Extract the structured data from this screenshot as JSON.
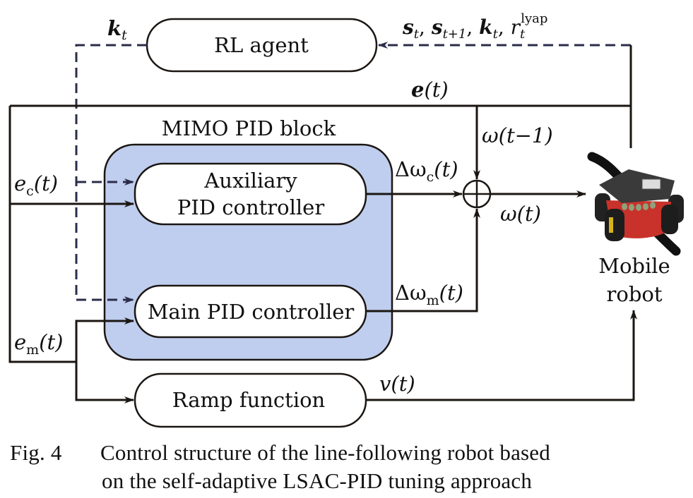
{
  "figure": {
    "blocks": {
      "rl_agent": "RL agent",
      "mimo_title": "MIMO PID block",
      "aux_line1": "Auxiliary",
      "aux_line2": "PID controller",
      "main": "Main PID controller",
      "ramp": "Ramp function",
      "robot_line1": "Mobile",
      "robot_line2": "robot"
    },
    "signals": {
      "k_t": "k",
      "k_t_sub": "t",
      "feedback_s": "s",
      "feedback_s_sub": "t",
      "feedback_s1": "s",
      "feedback_s1_sub": "t+1",
      "feedback_k": "k",
      "feedback_k_sub": "t",
      "feedback_r": "r",
      "feedback_r_sub": "t",
      "feedback_r_sup": "lyap",
      "e_t": "e",
      "e_t_arg": "(t)",
      "omega_prev": "ω(t−1)",
      "delta_omega_c": "Δω",
      "delta_omega_c_sub": "c",
      "delta_omega_c_arg": "(t)",
      "delta_omega_m": "Δω",
      "delta_omega_m_sub": "m",
      "delta_omega_m_arg": "(t)",
      "omega_t": "ω(t)",
      "e_c": "e",
      "e_c_sub": "c",
      "e_c_arg": "(t)",
      "e_m": "e",
      "e_m_sub": "m",
      "e_m_arg": "(t)",
      "v_t": "v(t)",
      "sep": ","
    },
    "colors": {
      "mimo_fill": "#BFCDEE",
      "dashed_line": "#2A2D4A",
      "solid_line": "#1B1612"
    }
  },
  "caption": {
    "label": "Fig. 4",
    "line1": "Control structure of the line-following robot based",
    "line2": "on the self-adaptive LSAC-PID tuning approach"
  }
}
